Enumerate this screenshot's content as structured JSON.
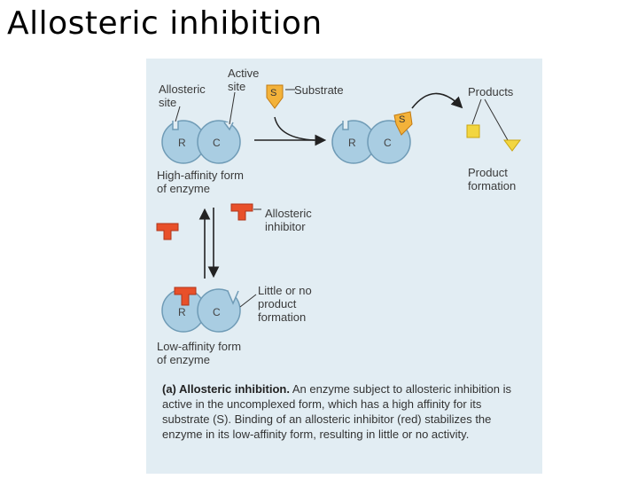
{
  "slide": {
    "title": "Allosteric inhibition"
  },
  "figure": {
    "labels": {
      "allosteric_site": "Allosteric\nsite",
      "active_site": "Active\nsite",
      "substrate_letter": "S",
      "substrate": "Substrate",
      "products": "Products",
      "product_formation": "Product\nformation",
      "high_affinity": "High-affinity form\nof enzyme",
      "allosteric_inhibitor": "Allosteric\ninhibitor",
      "little_or_no": "Little or no\nproduct\nformation",
      "low_affinity": "Low-affinity form\nof enzyme",
      "r": "R",
      "c": "C"
    },
    "caption": {
      "lead": "(a) Allosteric inhibition.",
      "text": "An enzyme subject to allosteric inhibition is active in the uncomplexed form, which has a high affinity for its substrate (S). Binding of an allosteric inhibitor (red) stabilizes the enzyme in its low-affinity form, resulting in little or no activity."
    },
    "colors": {
      "enzyme": "#a9cde2",
      "enzyme_stroke": "#6f9bb6",
      "substrate": "#f3b23a",
      "inhibitor": "#e8502a",
      "product_square": "#f2d640",
      "panel": "#e2edf3"
    }
  }
}
